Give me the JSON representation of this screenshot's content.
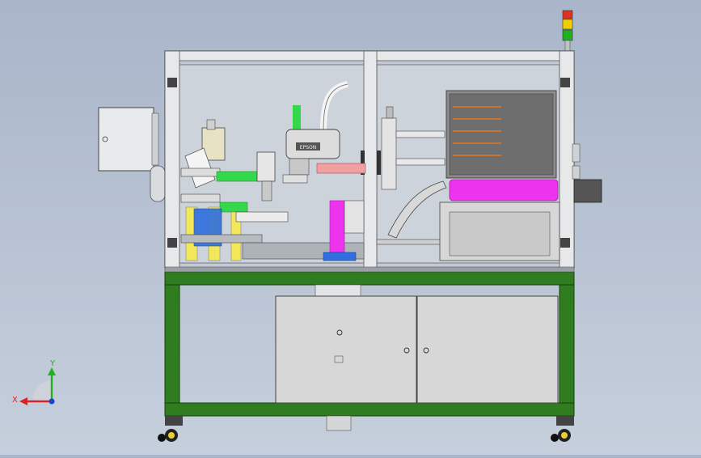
{
  "view": {
    "background_top": "#a9b5c9",
    "background_bottom": "#c6cfdc",
    "triad": {
      "x_label": "X",
      "y_label": "Y",
      "x_color": "#e02020",
      "y_color": "#20b020",
      "z_color": "#2040d0"
    }
  },
  "machine": {
    "frame_color": "#2f7d1f",
    "tower_light": [
      "#e03020",
      "#f0d000",
      "#20b020"
    ],
    "robot_label": "EPSON",
    "accent_colors": {
      "green": "#33d94a",
      "magenta": "#ee33ee",
      "salmon": "#f0a0a0",
      "yellow": "#f2e85a",
      "blue": "#2f6fe0",
      "cabinet": "#d7d7d7"
    }
  }
}
